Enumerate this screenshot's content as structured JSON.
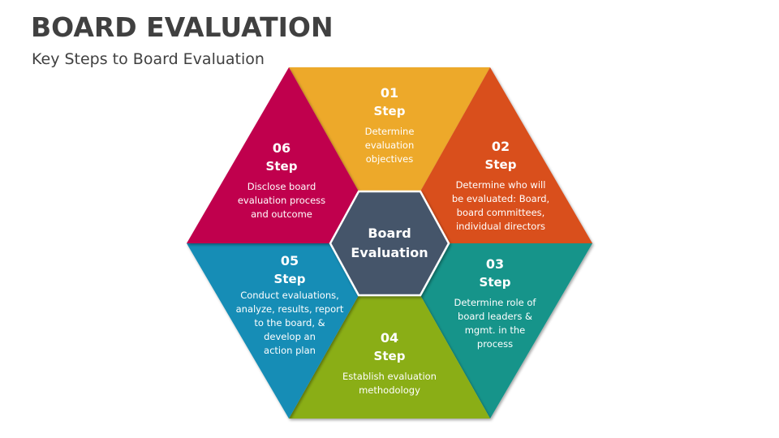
{
  "header": {
    "title": "BOARD EVALUATION",
    "subtitle": "Key Steps to Board Evaluation"
  },
  "center": {
    "line1": "Board",
    "line2": "Evaluation",
    "color": "#44546A"
  },
  "steps": [
    {
      "number": "01",
      "label": "Step",
      "description": "Determine evaluation objectives",
      "desc_lines": [
        "Determine",
        "evaluation",
        "objectives"
      ],
      "color": "#EDA92A"
    },
    {
      "number": "02",
      "label": "Step",
      "description": "Determine who will be evaluated: Board, board committees, individual directors",
      "desc_lines": [
        "Determine who will",
        "be evaluated: Board,",
        "board committees,",
        "individual directors"
      ],
      "color": "#D94F1E"
    },
    {
      "number": "03",
      "label": "Step",
      "description": "Determine role of board leaders & mgmt. in the process",
      "desc_lines": [
        "Determine role of",
        "board leaders &",
        "mgmt. in the",
        "process"
      ],
      "color": "#12948A"
    },
    {
      "number": "04",
      "label": "Step",
      "description": "Establish evaluation methodology",
      "desc_lines": [
        "Establish evaluation",
        "methodology"
      ],
      "color": "#8AAE14"
    },
    {
      "number": "05",
      "label": "Step",
      "description": "Conduct evaluations, analyze, results, report to the board, & develop an action plan",
      "desc_lines": [
        "Conduct evaluations,",
        "analyze, results, report",
        "to the board, &",
        "develop an",
        "action plan"
      ],
      "color": "#128DB6"
    },
    {
      "number": "06",
      "label": "Step",
      "description": "Disclose board evaluation process and outcome",
      "desc_lines": [
        "Disclose board",
        "evaluation process",
        "and outcome"
      ],
      "color": "#C0004D"
    }
  ]
}
